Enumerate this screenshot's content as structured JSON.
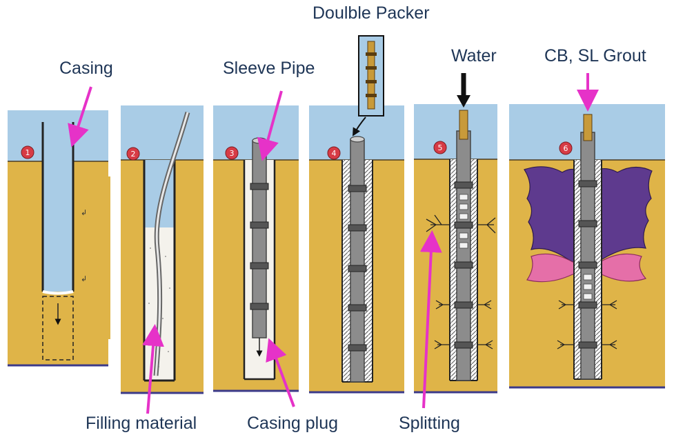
{
  "labels": {
    "casing": "Casing",
    "sleeve_pipe": "Sleeve Pipe",
    "double_packer": "Doulble Packer",
    "water": "Water",
    "grout": "CB, SL Grout",
    "filling_material": "Filling material",
    "casing_plug": "Casing plug",
    "splitting": "Splitting"
  },
  "steps": [
    "1",
    "2",
    "3",
    "4",
    "5",
    "6"
  ],
  "colors": {
    "sky": "#a9cce6",
    "soil": "#dfb448",
    "label_text": "#1e3556",
    "arrow": "#e632c8",
    "pipe": "#8c8c8c",
    "step_marker": "#d73b45",
    "grout_purple": "#5e3a8e",
    "grout_pink": "#e56fa8",
    "filling": "#f4f2ec"
  }
}
